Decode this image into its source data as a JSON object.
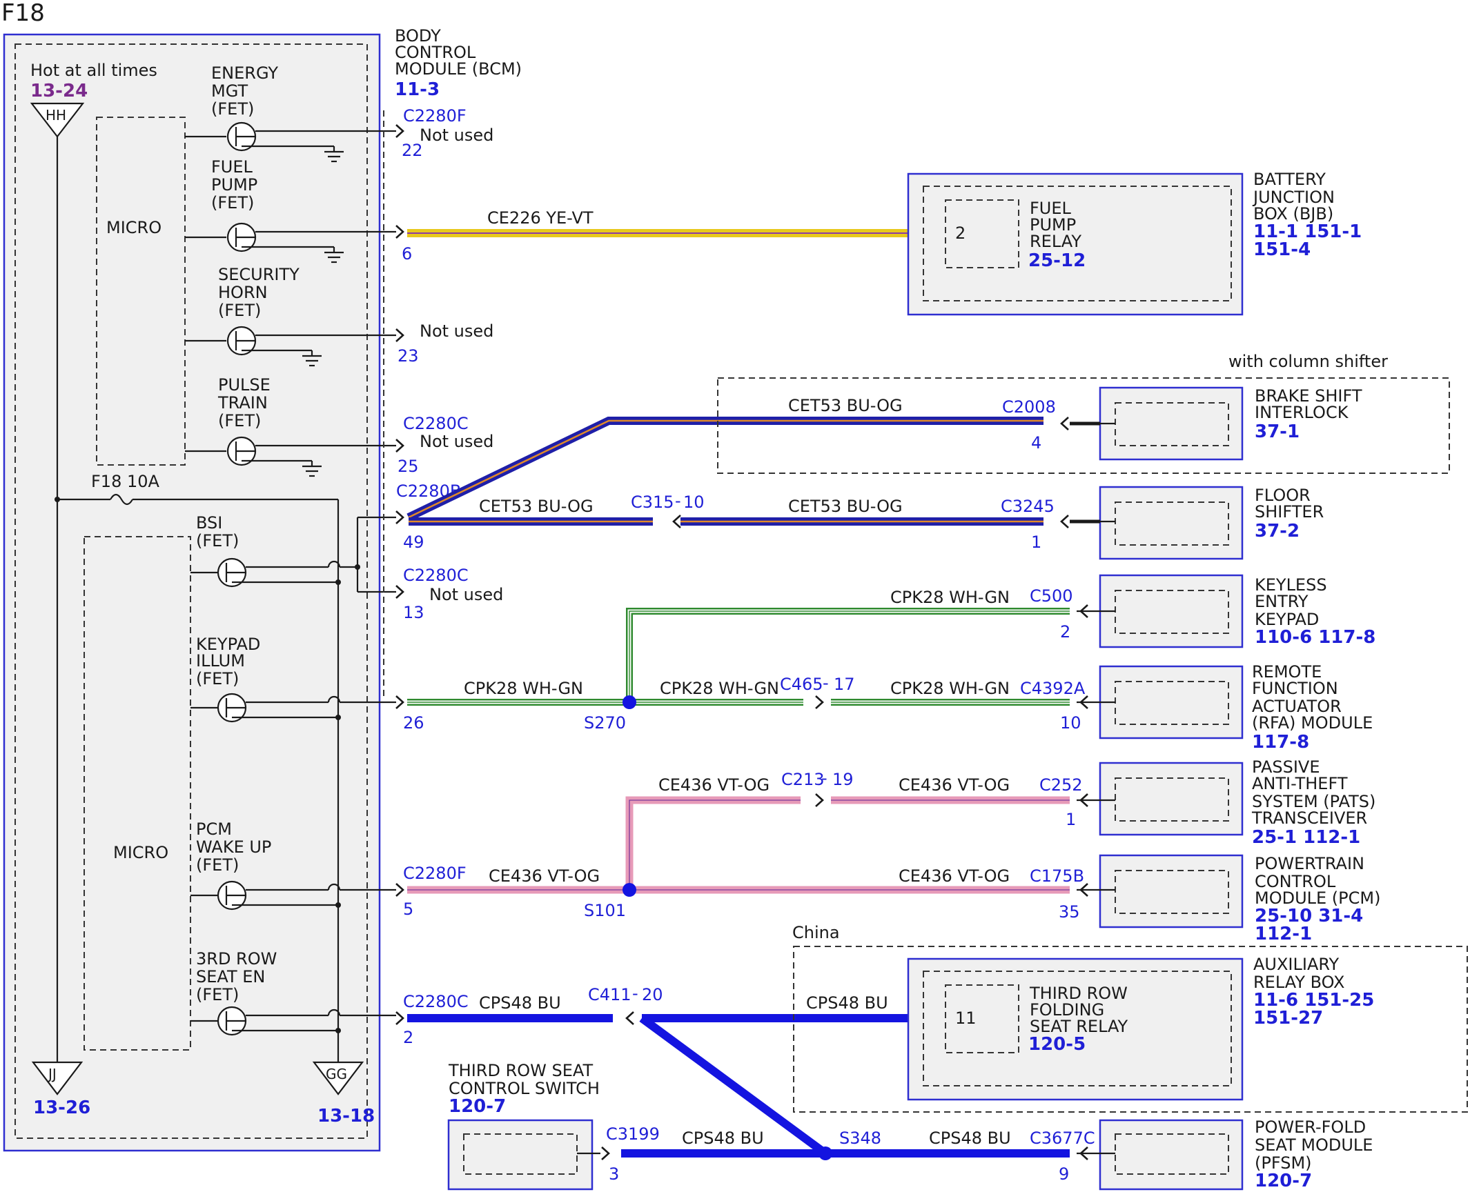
{
  "page_title": "F18",
  "bcm": {
    "name_lines": [
      "BODY",
      "CONTROL",
      "MODULE (BCM)"
    ],
    "ref": "11-3",
    "hot_at_all_times": "Hot at all times",
    "hot_ref": "13-24",
    "hh": "HH",
    "jj": "JJ",
    "jj_ref": "13-26",
    "gg": "GG",
    "gg_ref": "13-18",
    "micro_upper": "MICRO",
    "micro_lower": "MICRO",
    "fuse": "F18  10A",
    "fets": [
      [
        "ENERGY",
        "MGT",
        "(FET)"
      ],
      [
        "FUEL",
        "PUMP",
        "(FET)"
      ],
      [
        "SECURITY",
        "HORN",
        "(FET)"
      ],
      [
        "PULSE",
        "TRAIN",
        "(FET)"
      ],
      [
        "BSI",
        "(FET)"
      ],
      [
        "KEYPAD",
        "ILLUM",
        "(FET)"
      ],
      [
        "PCM",
        "WAKE UP",
        "(FET)"
      ],
      [
        "3RD ROW",
        "SEAT EN",
        "(FET)"
      ]
    ]
  },
  "pins": {
    "c2280f_22": {
      "conn": "C2280F",
      "pin": "22",
      "note": "Not used"
    },
    "p6": {
      "pin": "6"
    },
    "p23": {
      "pin": "23",
      "note": "Not used"
    },
    "c2280c_25": {
      "conn": "C2280C",
      "pin": "25",
      "note": "Not used"
    },
    "c2280b_49": {
      "conn": "C2280B",
      "pin": "49"
    },
    "c2280c_13": {
      "conn": "C2280C",
      "pin": "13",
      "note": "Not used"
    },
    "p26": {
      "pin": "26"
    },
    "c2280f_5": {
      "conn": "C2280F",
      "pin": "5"
    },
    "c2280c_2": {
      "conn": "C2280C",
      "pin": "2"
    }
  },
  "wires": {
    "ce226": "CE226  YE-VT",
    "cet53_a": "CET53  BU-OG",
    "cet53_b": "CET53  BU-OG",
    "cet53_c": "CET53  BU-OG",
    "cpk28_a": "CPK28  WH-GN",
    "cpk28_b": "CPK28  WH-GN",
    "cpk28_c": "CPK28  WH-GN",
    "cpk28_d": "CPK28  WH-GN",
    "ce436_a": "CE436  VT-OG",
    "ce436_b": "CE436  VT-OG",
    "ce436_c": "CE436  VT-OG",
    "ce436_d": "CE436  VT-OG",
    "cps48_a": "CPS48  BU",
    "cps48_b": "CPS48  BU",
    "cps48_c": "CPS48  BU",
    "cps48_d": "CPS48  BU"
  },
  "inline": {
    "c315": "C315",
    "c315_pin": "10",
    "c465": "C465",
    "c465_pin": "17",
    "c213": "C213",
    "c213_pin": "19",
    "c411": "C411",
    "c411_pin": "20"
  },
  "splices": {
    "s270": "S270",
    "s101": "S101",
    "s348": "S348"
  },
  "components": {
    "bjb": {
      "lines": [
        "BATTERY",
        "JUNCTION",
        "BOX (BJB)"
      ],
      "ref1": "11-1  151-1",
      "ref2": "151-4",
      "relay": [
        "FUEL",
        "PUMP",
        "RELAY"
      ],
      "relay_ref": "25-12",
      "pin": "2"
    },
    "brake": {
      "lines": [
        "BRAKE SHIFT",
        "INTERLOCK"
      ],
      "ref": "37-1",
      "conn": "C2008",
      "pin": "4",
      "note": "with column shifter"
    },
    "floor": {
      "lines": [
        "FLOOR",
        "SHIFTER"
      ],
      "ref": "37-2",
      "conn": "C3245",
      "pin": "1"
    },
    "keyless": {
      "lines": [
        "KEYLESS",
        "ENTRY",
        "KEYPAD"
      ],
      "ref": "110-6 117-8",
      "conn": "C500",
      "pin": "2"
    },
    "rfa": {
      "lines": [
        "REMOTE",
        "FUNCTION",
        "ACTUATOR",
        "(RFA) MODULE"
      ],
      "ref": "117-8",
      "conn": "C4392A",
      "pin": "10"
    },
    "pats": {
      "lines": [
        "PASSIVE",
        "ANTI-THEFT",
        "SYSTEM (PATS)",
        "TRANSCEIVER"
      ],
      "ref": "25-1   112-1",
      "conn": "C252",
      "pin": "1"
    },
    "pcm": {
      "lines": [
        "POWERTRAIN",
        "CONTROL",
        "MODULE (PCM)"
      ],
      "ref1": "25-10 31-4",
      "ref2": "112-1",
      "conn": "C175B",
      "pin": "35"
    },
    "aux": {
      "lines": [
        "AUXILIARY",
        "RELAY BOX"
      ],
      "ref1": "11-6   151-25",
      "ref2": "151-27",
      "note": "China",
      "relay": [
        "THIRD ROW",
        "FOLDING",
        "SEAT RELAY"
      ],
      "relay_ref": "120-5",
      "pin": "11"
    },
    "switch": {
      "lines": [
        "THIRD ROW SEAT",
        "CONTROL SWITCH"
      ],
      "ref": "120-7",
      "conn": "C3199",
      "pin": "3"
    },
    "pfsm": {
      "lines": [
        "POWER-FOLD",
        "SEAT MODULE",
        "(PFSM)"
      ],
      "ref": "120-7",
      "conn": "C3677C",
      "pin": "9"
    }
  },
  "colors": {
    "box_border": "#2e2ed0",
    "ref_blue": "#1f1fd6",
    "ref_purple": "#7a2a8c",
    "ye_vt": "#e8c81c",
    "bu_og": "#1f1fa8",
    "wh_gn": "#2f8a2f",
    "vt_og": "#e79ab8",
    "bu": "#1414e0"
  }
}
